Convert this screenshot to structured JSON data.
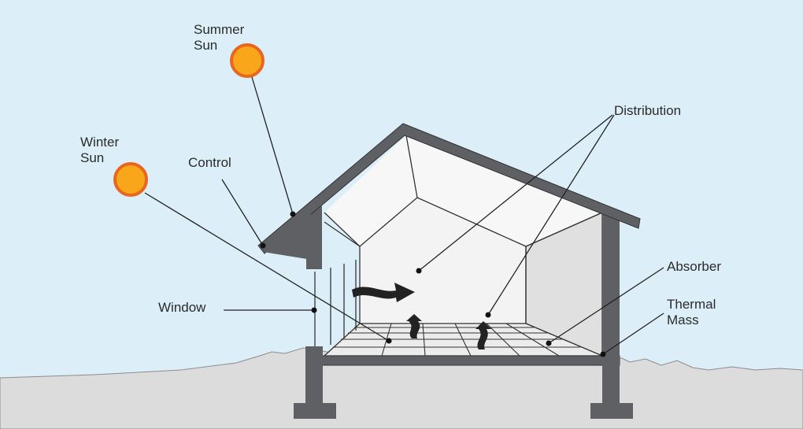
{
  "labels": {
    "summer_sun": [
      "Summer",
      "Sun"
    ],
    "winter_sun": [
      "Winter",
      "Sun"
    ],
    "control": "Control",
    "window": "Window",
    "distribution": "Distribution",
    "absorber": "Absorber",
    "thermal_mass": [
      "Thermal",
      "Mass"
    ]
  },
  "colors": {
    "sky": "#dceef7",
    "ground": "#dcdcdc",
    "structure": "#5f6063",
    "sun_fill": "#f9a61b",
    "sun_outline": "#e8661f",
    "interior": "#f0f0f0",
    "floor": "#ececec"
  }
}
